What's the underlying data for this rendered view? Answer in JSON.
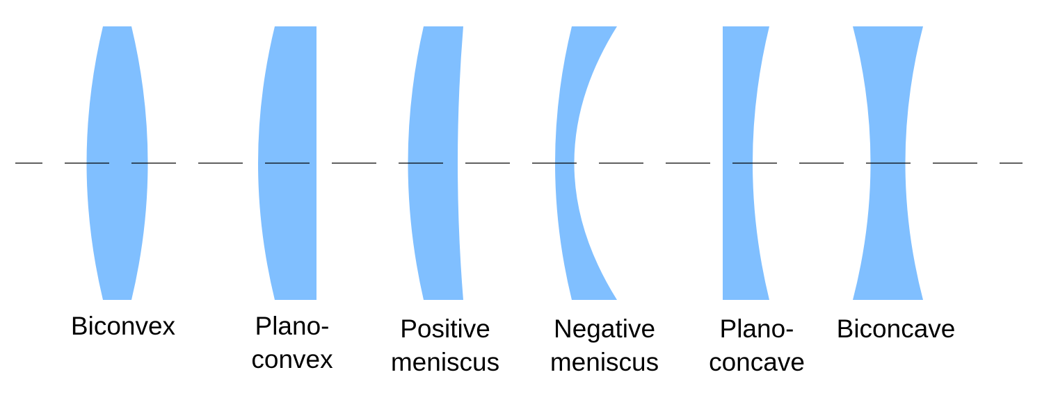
{
  "colors": {
    "lens_fill": "#80bfff",
    "axis_line": "#000000",
    "background": "#ffffff"
  },
  "lenses": [
    {
      "id": "biconvex",
      "lines": [
        "Biconvex"
      ]
    },
    {
      "id": "plano-convex",
      "lines": [
        "Plano-",
        "convex"
      ]
    },
    {
      "id": "positive-meniscus",
      "lines": [
        "Positive",
        "meniscus"
      ]
    },
    {
      "id": "negative-meniscus",
      "lines": [
        "Negative",
        "meniscus"
      ]
    },
    {
      "id": "plano-concave",
      "lines": [
        "Plano-",
        "concave"
      ]
    },
    {
      "id": "biconcave",
      "lines": [
        "Biconcave"
      ]
    }
  ]
}
